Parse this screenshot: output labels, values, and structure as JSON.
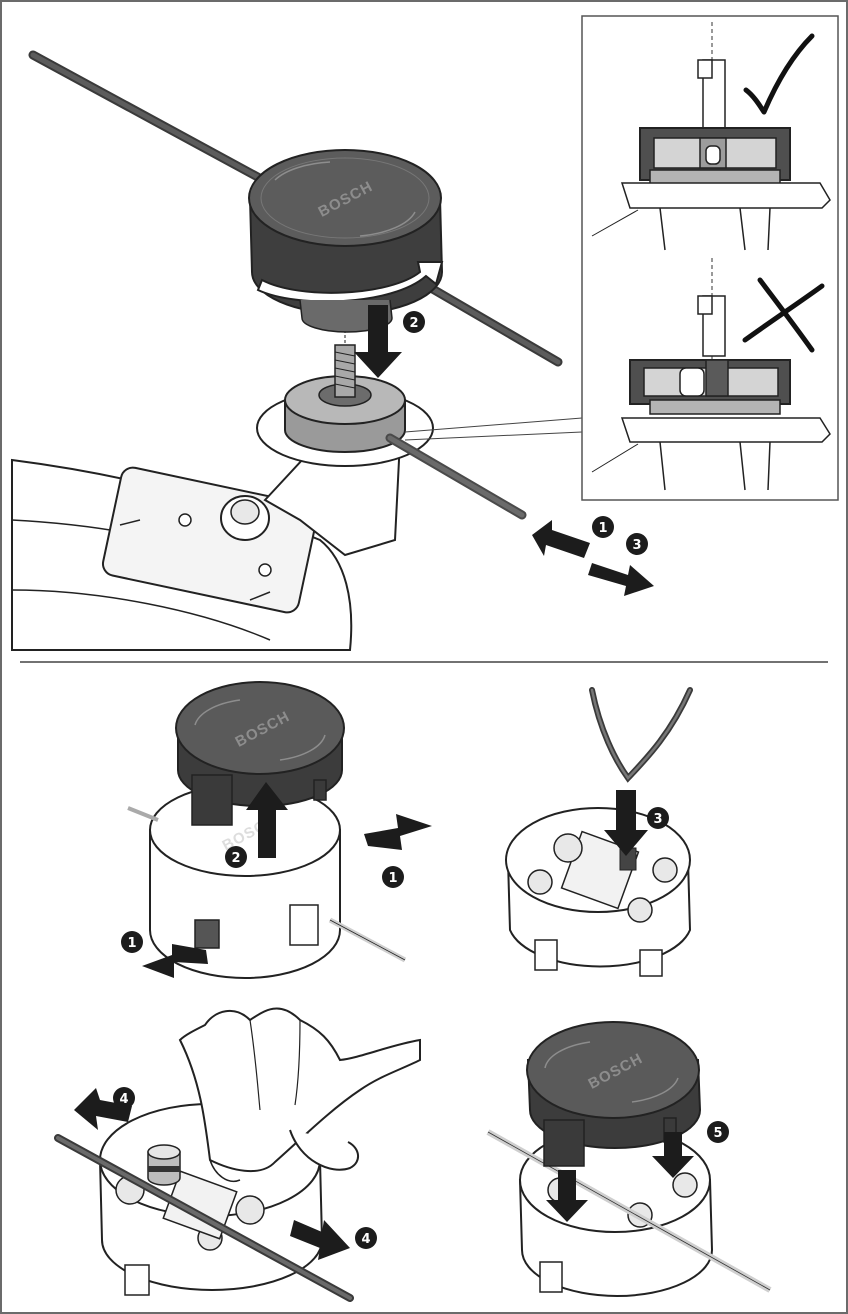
{
  "brand": {
    "logo_text": "BOSCH"
  },
  "colors": {
    "frame": "#6b6b6b",
    "cap": "#545454",
    "cap_top": "#5c5c5c",
    "outline": "#222222",
    "arrow": "#1c1c1c",
    "light": "#f2f2f2"
  },
  "icons": {
    "correct": "check-mark-icon",
    "incorrect": "cross-mark-icon"
  },
  "steps": {
    "top": [
      "1",
      "2",
      "3"
    ],
    "bottom_left": [
      "1",
      "2",
      "1"
    ],
    "bottom_right": [
      "3"
    ],
    "lower_left": [
      "4",
      "4"
    ],
    "lower_right": [
      "5"
    ]
  }
}
